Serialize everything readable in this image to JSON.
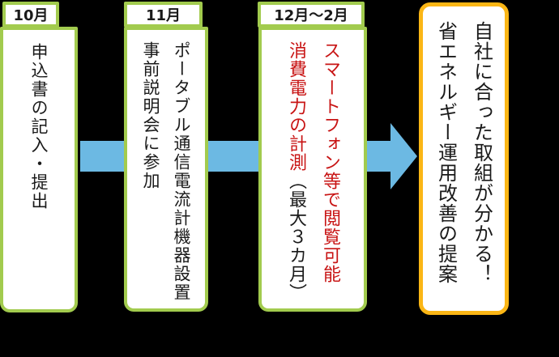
{
  "palette": {
    "green": "#a2cb4e",
    "orange": "#fbb615",
    "blue": "#6cb9e3",
    "red": "#c81414",
    "ink": "#1a1a1a"
  },
  "columns": [
    {
      "name": "october",
      "header": "10月",
      "lines": [
        [
          {
            "text": "申込書の記入・提出",
            "color": "ink"
          }
        ]
      ]
    },
    {
      "name": "november",
      "header": "11月",
      "lines": [
        [
          {
            "text": "ポータブル通信電流計機器設置",
            "color": "ink"
          }
        ],
        [
          {
            "text": "事前説明会に参加",
            "color": "ink"
          }
        ]
      ]
    },
    {
      "name": "december-february",
      "header": "12月～2月",
      "lines": [
        [
          {
            "text": "スマートフォン等で閲覧可能",
            "color": "red"
          }
        ],
        [
          {
            "text": "消費電力の計測",
            "color": "red"
          },
          {
            "text": "（最大３カ月）",
            "color": "ink"
          }
        ]
      ]
    },
    {
      "name": "outcome",
      "lines": [
        [
          {
            "text": "自社に合った取組が分かる！",
            "color": "ink"
          }
        ],
        [
          {
            "text": "省エネルギー運用改善の提案",
            "color": "ink"
          }
        ]
      ]
    }
  ],
  "arrow": {
    "shape": "right-arrow",
    "color": "blue"
  }
}
